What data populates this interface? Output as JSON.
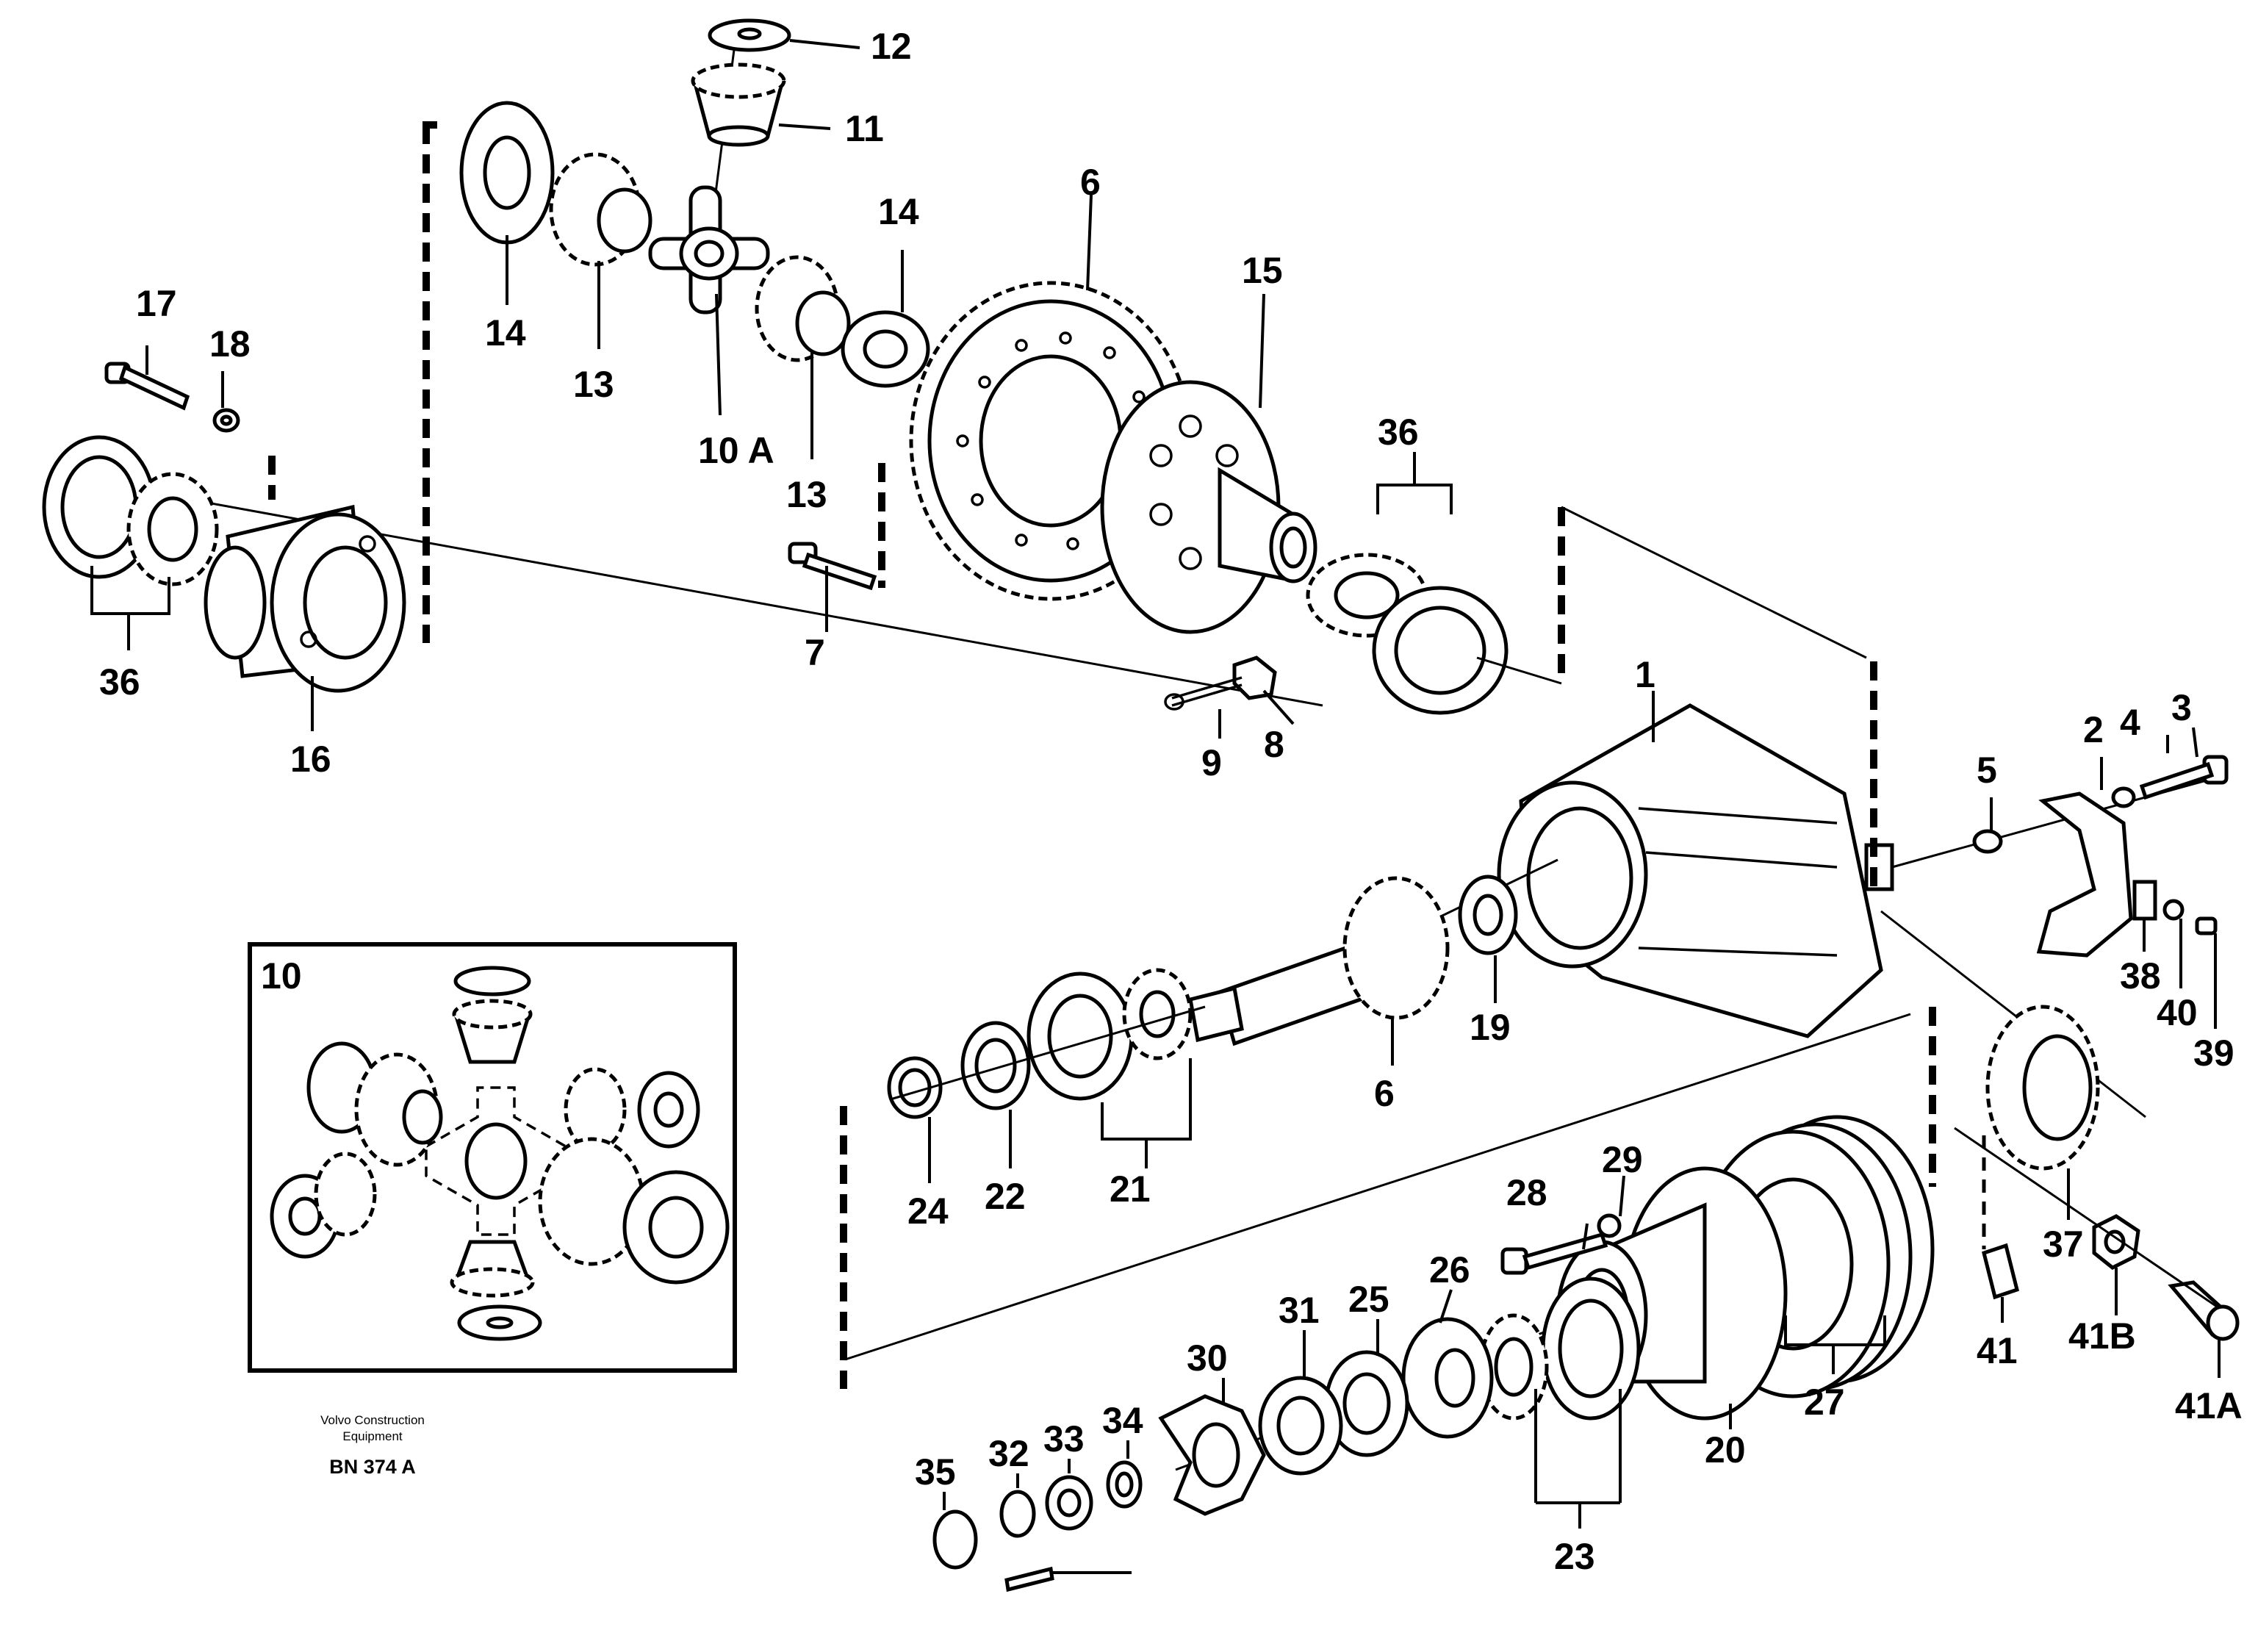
{
  "parts": {
    "p1": "1",
    "p2": "2",
    "p3": "3",
    "p4": "4",
    "p5": "5",
    "p6a": "6",
    "p6b": "6",
    "p7": "7",
    "p8": "8",
    "p9": "9",
    "p10a": "10 A",
    "p11": "11",
    "p12": "12",
    "p13a": "13",
    "p13b": "13",
    "p14a": "14",
    "p14b": "14",
    "p15": "15",
    "p16": "16",
    "p17": "17",
    "p18": "18",
    "p19": "19",
    "p20": "20",
    "p21": "21",
    "p22": "22",
    "p23": "23",
    "p24": "24",
    "p25": "25",
    "p26": "26",
    "p27": "27",
    "p28": "28",
    "p29": "29",
    "p30": "30",
    "p31": "31",
    "p32": "32",
    "p33": "33",
    "p34": "34",
    "p35": "35",
    "p36a": "36",
    "p36b": "36",
    "p37": "37",
    "p38": "38",
    "p39": "39",
    "p40": "40",
    "p41": "41",
    "p41a": "41A",
    "p41b": "41B"
  },
  "inset": {
    "label": "10"
  },
  "caption": {
    "maker_line1": "Volvo Construction",
    "maker_line2": "Equipment",
    "code": "BN 374 A"
  }
}
